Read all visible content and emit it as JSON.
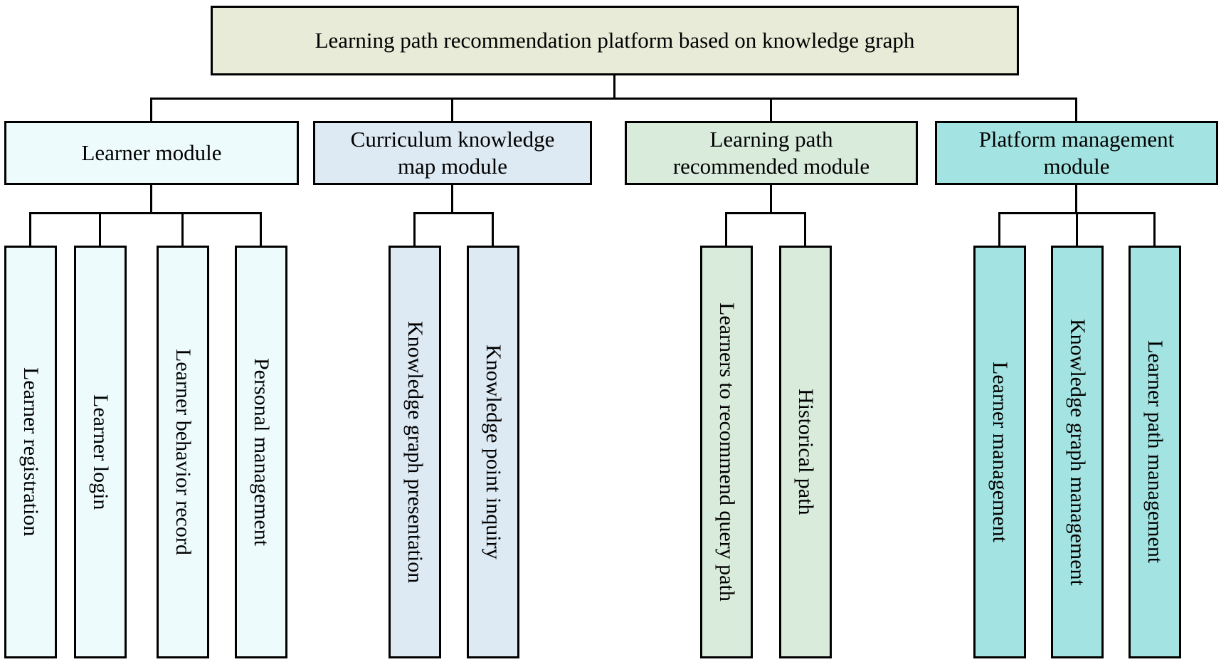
{
  "root": {
    "label": "Learning path recommendation platform based on knowledge graph",
    "fill": "#e8ebd7"
  },
  "modules": [
    {
      "label": "Learner module",
      "fill": "#edfbfc",
      "children": [
        "Learner registration",
        "Learner login",
        "Learner behavior record",
        "Personal management"
      ]
    },
    {
      "label": "Curriculum knowledge\nmap module",
      "fill": "#dde9f3",
      "children": [
        "Knowledge graph presentation",
        "Knowledge point inquiry"
      ]
    },
    {
      "label": "Learning path\nrecommended module",
      "fill": "#d9ecdc",
      "children": [
        "Learners to recommend query path",
        "Historical path"
      ]
    },
    {
      "label": "Platform management\nmodule",
      "fill": "#a3e4e2",
      "children": [
        "Learner management",
        "Knowledge graph management",
        "Learner path management"
      ]
    }
  ],
  "palette": {
    "border": "#000000",
    "connector": "#000000",
    "root_fill": "#e8ebd7",
    "learner_fill": "#edfbfc",
    "curriculum_fill": "#dde9f3",
    "path_fill": "#d9ecdc",
    "platform_fill": "#a3e4e2"
  }
}
